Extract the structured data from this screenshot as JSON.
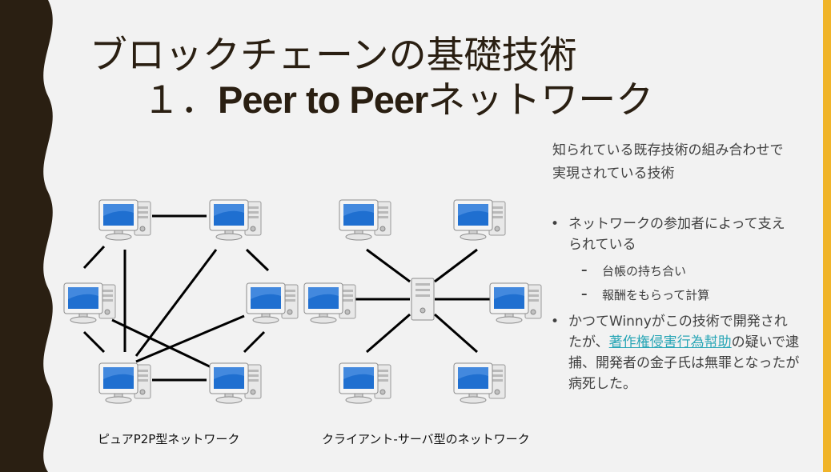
{
  "slide": {
    "title_line1": "ブロックチェーンの基礎技術",
    "title_number": "１．",
    "title_bold": "Peer to Peer",
    "title_rest": "ネットワーク",
    "description": "知られている既存技術の組み合わせで実現されている技術"
  },
  "bullets": {
    "b1": "ネットワークの参加者によって支えられている",
    "b1_sub1": "台帳の持ち合い",
    "b1_sub2": "報酬をもらって計算",
    "b2_pre": "かつてWinnyがこの技術で開発されたが、",
    "b2_link": "著作権侵害行為幇助",
    "b2_post": "の疑いで逮捕、開発者の金子氏は無罪となったが病死した。",
    "dot": "•",
    "dash": "–"
  },
  "captions": {
    "p2p": "ピュアP2P型ネットワーク",
    "client_server": "クライアント-サーバ型のネットワーク"
  },
  "colors": {
    "wave": "#2a1f12",
    "accent_bar": "#f0b429",
    "link": "#2aa6b6",
    "screen": "#1f6fd0"
  },
  "icons": {
    "computer": "desktop-computer-icon",
    "server": "server-tower-icon"
  }
}
